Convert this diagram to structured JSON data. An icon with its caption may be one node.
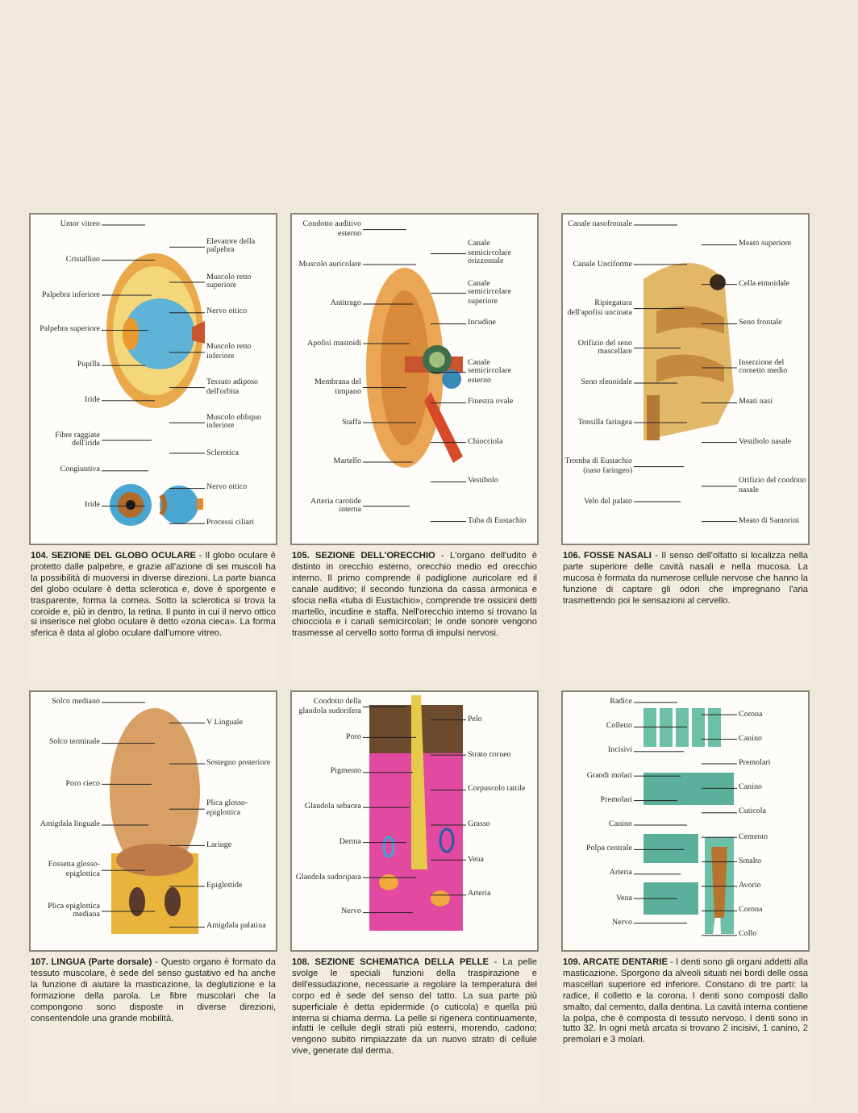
{
  "diagram": {
    "nodes": [
      {
        "text": [
          "**104. SEZIONE DEL GLOBO OCULARE** - Il globo oculare è protetto dalle palpebre, e grazie all'azione di sei muscoli ha la possibilità di muoversi in diverse direzioni. La parte bianca del globo oculare è detta sclerotica e, dove è sporgente e trasparente, forma la cornea. Sotto la sclerotica si trova la coroide e, più in dentro, la retina. Il punto in cui il nervo ottico si inserisce nel globo oculare è detto «zona cieca». La forma sferica è data al globo oculare dall'umore vitreo."
        ]
      },
      {
        "text": [
          "Umor vitreo"
        ],
        "in": 0
      },
      {
        "text": [
          "Elevatore della palpebra"
        ],
        "in": 0
      },
      {
        "text": [
          "Cristallino"
        ],
        "in": 0
      },
      {
        "text": [
          "Muscolo retto superiore"
        ],
        "in": 0
      },
      {
        "text": [
          "Palpebra inferiore"
        ],
        "in": 0
      },
      {
        "text": [
          "Nervo ottico"
        ],
        "in": 0
      },
      {
        "text": [
          "Palpebra superiore"
        ],
        "in": 0
      },
      {
        "text": [
          "Muscolo retto inferiore"
        ],
        "in": 0
      },
      {
        "text": [
          "Pupilla"
        ],
        "in": 0
      },
      {
        "text": [
          "Tessuto adiposo dell'orbita"
        ],
        "in": 0
      },
      {
        "text": [
          "Iride"
        ],
        "in": 0
      },
      {
        "text": [
          "Muscolo obliquo inferiore"
        ],
        "in": 0
      },
      {
        "text": [
          "Fibre raggiate dell'iride"
        ],
        "in": 0
      },
      {
        "text": [
          "Sclerotica"
        ],
        "in": 0
      },
      {
        "text": [
          "Congiuntiva"
        ],
        "in": 0
      },
      {
        "text": [
          "Nervo ottico"
        ],
        "in": 0
      },
      {
        "text": [
          "Iride"
        ],
        "in": 0
      },
      {
        "text": [
          "Processi ciliari"
        ],
        "in": 0
      },
      {
        "text": [
          "**105. SEZIONE DELL'ORECCHIO** - L'organo dell'udito è distinto in orecchio esterno, orecchio medio ed orecchio interno. Il primo comprende il padiglione auricolare ed il canale auditivo; il secondo funziona da cassa armonica e sfocia nella «tuba di Eustachio», comprende tre ossicini detti martello, incudine e staffa. Nell'orecchio interno si trovano la chiocciola e i canali semicircolari; le onde sonore vengono trasmesse al cervello sotto forma di impulsi nervosi."
        ]
      },
      {
        "text": [
          "Condotto auditivo esterno"
        ],
        "in": 19
      },
      {
        "text": [
          "Canale semicircolare orizzontale"
        ],
        "in": 19
      },
      {
        "text": [
          "Muscolo auricolare"
        ],
        "in": 19
      },
      {
        "text": [
          "Canale semicircolare superiore"
        ],
        "in": 19
      },
      {
        "text": [
          "Antitrago"
        ],
        "in": 19
      },
      {
        "text": [
          "Incudine"
        ],
        "in": 19
      },
      {
        "text": [
          "Apofisi mastoidi"
        ],
        "in": 19
      },
      {
        "text": [
          "Canale semicircolare esterno"
        ],
        "in": 19
      },
      {
        "text": [
          "Membrana del timpano"
        ],
        "in": 19
      },
      {
        "text": [
          "Finestra ovale"
        ],
        "in": 19
      },
      {
        "text": [
          "Staffa"
        ],
        "in": 19
      },
      {
        "text": [
          "Chiocciola"
        ],
        "in": 19
      },
      {
        "text": [
          "Martello"
        ],
        "in": 19
      },
      {
        "text": [
          "Vestibolo"
        ],
        "in": 19
      },
      {
        "text": [
          "Arteria carotide interna"
        ],
        "in": 19
      },
      {
        "text": [
          "Tuba di Eustachio"
        ],
        "in": 19
      },
      {
        "text": [
          "**106. FOSSE NASALI** - Il senso dell'olfatto si localizza nella parte superiore delle cavità nasali e nella mucosa. La mucosa è formata da numerose cellule nervose che hanno la funzione di captare gli odori che impregnano l'aria trasmettendo poi le sensazioni al cervello."
        ]
      },
      {
        "text": [
          "Canale nasofrontale"
        ],
        "in": 36
      },
      {
        "text": [
          "Meato superiore"
        ],
        "in": 36
      },
      {
        "text": [
          "Canale Unciforme"
        ],
        "in": 36
      },
      {
        "text": [
          "Cella etmoidale"
        ],
        "in": 36
      },
      {
        "text": [
          "Ripiegatura dell'apofisi uncinata"
        ],
        "in": 36
      },
      {
        "text": [
          "Seno frontale"
        ],
        "in": 36
      },
      {
        "text": [
          "Orifizio del seno mascellare"
        ],
        "in": 36
      },
      {
        "text": [
          "Inserzione del cornetto medio"
        ],
        "in": 36
      },
      {
        "text": [
          "Seno sfenoidale"
        ],
        "in": 36
      },
      {
        "text": [
          "Meati nasi"
        ],
        "in": 36
      },
      {
        "text": [
          "Tonsilla faringea"
        ],
        "in": 36
      },
      {
        "text": [
          "Vestibolo nasale"
        ],
        "in": 36
      },
      {
        "text": [
          "Tromba di Eustachio (naso faringeo)"
        ],
        "in": 36
      },
      {
        "text": [
          "Orifizio del condotto nasale"
        ],
        "in": 36
      },
      {
        "text": [
          "Velo del palato"
        ],
        "in": 36
      },
      {
        "text": [
          "Meato di Santorini"
        ],
        "in": 36
      },
      {
        "text": [
          "**107. LINGUA (Parte dorsale)** - Questo organo è formato da tessuto muscolare, è sede del senso gustativo ed ha anche la funzione di aiutare la masticazione, la deglutizione e la formazione della parola. Le fibre muscolari che la compongono sono disposte in diverse direzioni, consentendole una grande mobilità."
        ]
      },
      {
        "text": [
          "Solco mediano"
        ],
        "in": 53
      },
      {
        "text": [
          "V Linguale"
        ],
        "in": 53
      },
      {
        "text": [
          "Solco terminale"
        ],
        "in": 53
      },
      {
        "text": [
          "Sostegno posteriore"
        ],
        "in": 53
      },
      {
        "text": [
          "Poro cieco"
        ],
        "in": 53
      },
      {
        "text": [
          "Plica glosso-epiglottica"
        ],
        "in": 53
      },
      {
        "text": [
          "Amigdala linguale"
        ],
        "in": 53
      },
      {
        "text": [
          "Laringe"
        ],
        "in": 53
      },
      {
        "text": [
          "Fossetta glosso-epiglottica"
        ],
        "in": 53
      },
      {
        "text": [
          "Epiglottide"
        ],
        "in": 53
      },
      {
        "text": [
          "Plica epiglottica mediana"
        ],
        "in": 53
      },
      {
        "text": [
          "Amigdala palatina"
        ],
        "in": 53
      },
      {
        "text": [
          "**108. SEZIONE SCHEMATICA DELLA PELLE** - La pelle svolge le speciali funzioni della traspirazione e dell'essudazione, necessarie a regolare la temperatura del corpo ed è sede del senso del tatto. La sua parte più superficiale è detta epidermide (o cuticola) e quella più interna si chiama derma. La pelle si rigenera continuamente, infatti le cellule degli strati più esterni, morendo, cadono; vengono subito rimpiazzate da un nuovo strato di cellule vive, generate dal derma."
        ]
      },
      {
        "text": [
          "Condotto della glandola sudorifera"
        ],
        "in": 66
      },
      {
        "text": [
          "Pelo"
        ],
        "in": 66
      },
      {
        "text": [
          "Poro"
        ],
        "in": 66
      },
      {
        "text": [
          "Strato corneo"
        ],
        "in": 66
      },
      {
        "text": [
          "Pigmento"
        ],
        "in": 66
      },
      {
        "text": [
          "Corpuscolo tattile"
        ],
        "in": 66
      },
      {
        "text": [
          "Glandola sebacea"
        ],
        "in": 66
      },
      {
        "text": [
          "Grasso"
        ],
        "in": 66
      },
      {
        "text": [
          "Derma"
        ],
        "in": 66
      },
      {
        "text": [
          "Vena"
        ],
        "in": 66
      },
      {
        "text": [
          "Glandola sudoripara"
        ],
        "in": 66
      },
      {
        "text": [
          "Arteria"
        ],
        "in": 66
      },
      {
        "text": [
          "Nervo"
        ],
        "in": 66
      },
      {
        "text": [
          "**109. ARCATE DENTARIE** - I denti sono gli organi addetti alla masticazione. Sporgono da alveoli situati nei bordi delle ossa mascellari superiore ed inferiore. Constano di tre parti: la radice, il colletto e la corona. I denti sono composti dallo smalto, dal cemento, dalla dentina. La cavità interna contiene la polpa, che è composta di tessuto nervoso. I denti sono in tutto 32. In ogni metà arcata si trovano 2 incisivi, 1 canino, 2 premolari e 3 molari."
        ]
      },
      {
        "text": [
          "Radice"
        ],
        "in": 80
      },
      {
        "text": [
          "Corona"
        ],
        "in": 80
      },
      {
        "text": [
          "Colletto"
        ],
        "in": 80
      },
      {
        "text": [
          "Canino"
        ],
        "in": 80
      },
      {
        "text": [
          "Incisivi"
        ],
        "in": 80
      },
      {
        "text": [
          "Premolari"
        ],
        "in": 80
      },
      {
        "text": [
          "Grandi molari"
        ],
        "in": 80
      },
      {
        "text": [
          "Canino"
        ],
        "in": 80
      },
      {
        "text": [
          "Premolari"
        ],
        "in": 80
      },
      {
        "text": [
          "Cuticola"
        ],
        "in": 80
      },
      {
        "text": [
          "Canino"
        ],
        "in": 80
      },
      {
        "text": [
          "Cemento"
        ],
        "in": 80
      },
      {
        "text": [
          "Polpa centrale"
        ],
        "in": 80
      },
      {
        "text": [
          "Smalto"
        ],
        "in": 80
      },
      {
        "text": [
          "Arteria"
        ],
        "in": 80
      },
      {
        "text": [
          "Avorio"
        ],
        "in": 80
      },
      {
        "text": [
          "Vena"
        ],
        "in": 80
      },
      {
        "text": [
          "Corona"
        ],
        "in": 80
      },
      {
        "text": [
          "Nervo"
        ],
        "in": 80
      },
      {
        "text": [
          "Collo"
        ],
        "in": 80
      }
    ],
    "edges": [
      {
        "from": 1,
        "to": null,
        "arrow": "none"
      },
      {
        "from": 2,
        "to": null,
        "arrow": "none"
      },
      {
        "from": 3,
        "to": null,
        "arrow": "none"
      },
      {
        "from": 4,
        "to": null,
        "arrow": "none"
      },
      {
        "from": 5,
        "to": null,
        "arrow": "none"
      },
      {
        "from": 6,
        "to": null,
        "arrow": "none"
      },
      {
        "from": 7,
        "to": null,
        "arrow": "none"
      },
      {
        "from": 8,
        "to": null,
        "arrow": "none"
      },
      {
        "from": 9,
        "to": null,
        "arrow": "none"
      },
      {
        "from": 10,
        "to": null,
        "arrow": "none"
      },
      {
        "from": 11,
        "to": null,
        "arrow": "none"
      },
      {
        "from": 12,
        "to": null,
        "arrow": "none"
      },
      {
        "from": 13,
        "to": null,
        "arrow": "none"
      },
      {
        "from": 14,
        "to": null,
        "arrow": "none"
      },
      {
        "from": 15,
        "to": null,
        "arrow": "none"
      },
      {
        "from": 16,
        "to": null,
        "arrow": "none"
      },
      {
        "from": 17,
        "to": null,
        "arrow": "none"
      },
      {
        "from": 18,
        "to": null,
        "arrow": "none"
      },
      {
        "from": 20,
        "to": null,
        "arrow": "none"
      },
      {
        "from": 21,
        "to": null,
        "arrow": "none"
      },
      {
        "from": 22,
        "to": null,
        "arrow": "none"
      },
      {
        "from": 23,
        "to": null,
        "arrow": "none"
      },
      {
        "from": 24,
        "to": null,
        "arrow": "none"
      },
      {
        "from": 25,
        "to": null,
        "arrow": "none"
      },
      {
        "from": 26,
        "to": null,
        "arrow": "none"
      },
      {
        "from": 27,
        "to": null,
        "arrow": "none"
      },
      {
        "from": 28,
        "to": null,
        "arrow": "none"
      },
      {
        "from": 29,
        "to": null,
        "arrow": "none"
      },
      {
        "from": 30,
        "to": null,
        "arrow": "none"
      },
      {
        "from": 31,
        "to": null,
        "arrow": "none"
      },
      {
        "from": 32,
        "to": null,
        "arrow": "none"
      },
      {
        "from": 33,
        "to": null,
        "arrow": "none"
      },
      {
        "from": 34,
        "to": null,
        "arrow": "none"
      },
      {
        "from": 35,
        "to": null,
        "arrow": "none"
      },
      {
        "from": 37,
        "to": null,
        "arrow": "none"
      },
      {
        "from": 38,
        "to": null,
        "arrow": "none"
      },
      {
        "from": 39,
        "to": null,
        "arrow": "none"
      },
      {
        "from": 40,
        "to": null,
        "arrow": "none"
      },
      {
        "from": 41,
        "to": null,
        "arrow": "none"
      },
      {
        "from": 42,
        "to": null,
        "arrow": "none"
      },
      {
        "from": 43,
        "to": null,
        "arrow": "none"
      },
      {
        "from": 44,
        "to": null,
        "arrow": "none"
      },
      {
        "from": 45,
        "to": null,
        "arrow": "none"
      },
      {
        "from": 46,
        "to": null,
        "arrow": "none"
      },
      {
        "from": 47,
        "to": null,
        "arrow": "none"
      },
      {
        "from": 48,
        "to": null,
        "arrow": "none"
      },
      {
        "from": 49,
        "to": null,
        "arrow": "none"
      },
      {
        "from": 50,
        "to": null,
        "arrow": "none"
      },
      {
        "from": 51,
        "to": null,
        "arrow": "none"
      },
      {
        "from": 52,
        "to": null,
        "arrow": "none"
      },
      {
        "from": 54,
        "to": null,
        "arrow": "none"
      },
      {
        "from": 55,
        "to": null,
        "arrow": "none"
      },
      {
        "from": 56,
        "to": null,
        "arrow": "none"
      },
      {
        "from": 57,
        "to": null,
        "arrow": "none"
      },
      {
        "from": 58,
        "to": null,
        "arrow": "none"
      },
      {
        "from": 59,
        "to": null,
        "arrow": "none"
      },
      {
        "from": 60,
        "to": null,
        "arrow": "none"
      },
      {
        "from": 61,
        "to": null,
        "arrow": "none"
      },
      {
        "from": 62,
        "to": null,
        "arrow": "none"
      },
      {
        "from": 63,
        "to": null,
        "arrow": "none"
      },
      {
        "from": 64,
        "to": null,
        "arrow": "none"
      },
      {
        "from": 65,
        "to": null,
        "arrow": "none"
      },
      {
        "from": 67,
        "to": null,
        "arrow": "none"
      },
      {
        "from": 68,
        "to": null,
        "arrow": "none"
      },
      {
        "from": 69,
        "to": null,
        "arrow": "none"
      },
      {
        "from": 70,
        "to": null,
        "arrow": "none"
      },
      {
        "from": 71,
        "to": null,
        "arrow": "none"
      },
      {
        "from": 72,
        "to": null,
        "arrow": "none"
      },
      {
        "from": 73,
        "to": null,
        "arrow": "none"
      },
      {
        "from": 74,
        "to": null,
        "arrow": "none"
      },
      {
        "from": 75,
        "to": null,
        "arrow": "none"
      },
      {
        "from": 76,
        "to": null,
        "arrow": "none"
      },
      {
        "from": 77,
        "to": null,
        "arrow": "none"
      },
      {
        "from": 78,
        "to": null,
        "arrow": "none"
      },
      {
        "from": 79,
        "to": null,
        "arrow": "none"
      },
      {
        "from": 81,
        "to": null,
        "arrow": "none"
      },
      {
        "from": 82,
        "to": null,
        "arrow": "none"
      },
      {
        "from": 83,
        "to": null,
        "arrow": "none"
      },
      {
        "from": 84,
        "to": null,
        "arrow": "none"
      },
      {
        "from": 85,
        "to": null,
        "arrow": "none"
      },
      {
        "from": 86,
        "to": null,
        "arrow": "none"
      },
      {
        "from": 87,
        "to": null,
        "arrow": "none"
      },
      {
        "from": 88,
        "to": null,
        "arrow": "none"
      },
      {
        "from": 89,
        "to": null,
        "arrow": "none"
      },
      {
        "from": 90,
        "to": null,
        "arrow": "none"
      },
      {
        "from": 91,
        "to": null,
        "arrow": "none"
      },
      {
        "from": 92,
        "to": null,
        "arrow": "none"
      },
      {
        "from": 93,
        "to": null,
        "arrow": "none"
      },
      {
        "from": 94,
        "to": null,
        "arrow": "none"
      },
      {
        "from": 95,
        "to": null,
        "arrow": "none"
      },
      {
        "from": 96,
        "to": null,
        "arrow": "none"
      },
      {
        "from": 97,
        "to": null,
        "arrow": "none"
      },
      {
        "from": 98,
        "to": null,
        "arrow": "none"
      },
      {
        "from": 99,
        "to": null,
        "arrow": "none"
      },
      {
        "from": 100,
        "to": null,
        "arrow": "none"
      }
    ]
  }
}
